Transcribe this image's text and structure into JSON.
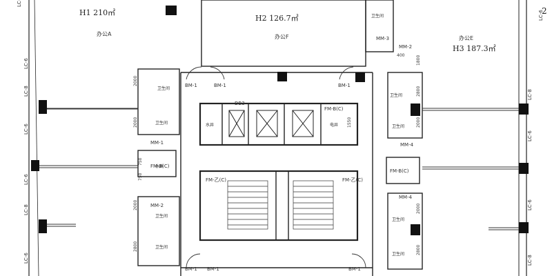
{
  "units": [
    {
      "name": "H1",
      "area": "210㎡",
      "note": "办公A"
    },
    {
      "name": "H2",
      "area": "126.7㎡",
      "note": "办公F"
    },
    {
      "name": "H3",
      "area": "187.3㎡",
      "note": "办公E"
    }
  ],
  "door_tags": {
    "bm1": "BM-1",
    "mm1": "MM-1",
    "mm2": "MM-2",
    "mm3": "MM-3",
    "mm4": "MM-4",
    "fm1": "FM-B(C)",
    "fm2": "FM-乙(C)",
    "db3": "DB3"
  },
  "wall_tags": {
    "lc6": "LC-6",
    "lc8": "LC-8"
  },
  "room_tags": {
    "wc": "卫生间",
    "shaft": "水井",
    "elec": "电井"
  },
  "dimensions": {
    "d2000": "2000",
    "d2800": "2800",
    "d1800": "1800",
    "d400": "400",
    "d750": "750",
    "d1550": "1550"
  },
  "corner_mark": "2"
}
